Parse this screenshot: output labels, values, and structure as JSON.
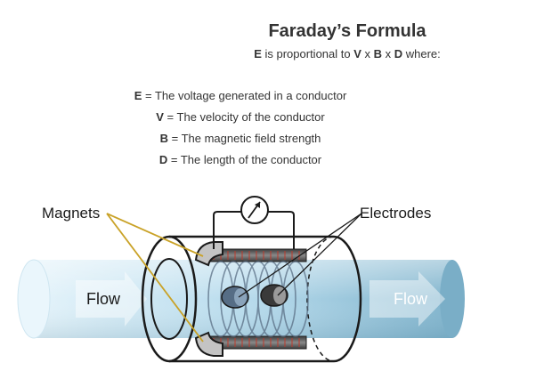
{
  "title": "Faraday’s Formula",
  "subtitle": {
    "parts": [
      "E",
      " is proportional to ",
      "V",
      " x ",
      "B",
      " x ",
      "D",
      " where:"
    ]
  },
  "definitions": [
    {
      "symbol": "E",
      "text": " = The voltage generated in a conductor"
    },
    {
      "symbol": "V",
      "text": " = The velocity of the conductor"
    },
    {
      "symbol": "B",
      "text": " = The magnetic field strength"
    },
    {
      "symbol": "D",
      "text": " = The length of the conductor"
    }
  ],
  "diagram": {
    "magnets_label": "Magnets",
    "electrodes_label": "Electrodes",
    "flow_left_label": "Flow",
    "flow_right_label": "Flow",
    "colors": {
      "pipe_light": "#d9eef8",
      "pipe_dark": "#7fb3cc",
      "coil": "#5a6f85",
      "accent": "#c0392b",
      "magnet": "#bfbfbf",
      "outline": "#1a1a1a"
    },
    "icons": [
      "voltmeter-gauge-icon",
      "flow-arrow-icon"
    ]
  }
}
